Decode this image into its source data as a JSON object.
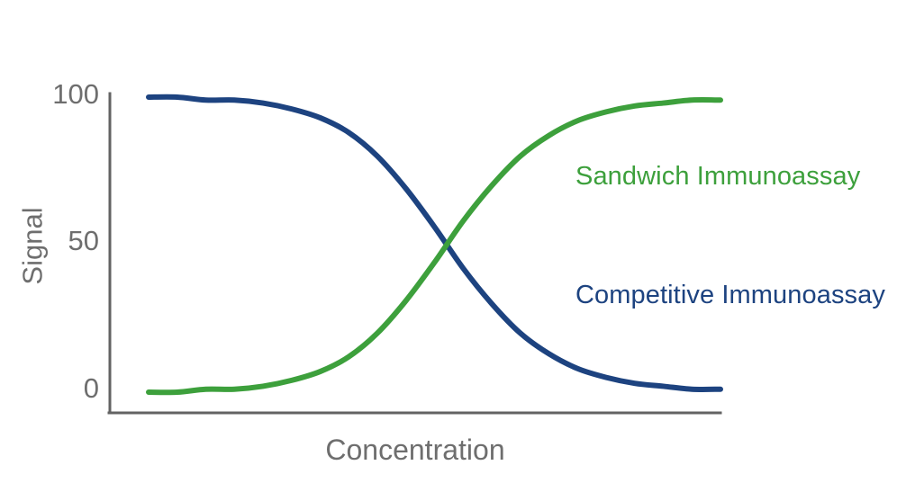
{
  "chart_data": {
    "type": "line",
    "title": "",
    "xlabel": "Concentration",
    "ylabel": "Signal",
    "ylim": [
      0,
      100
    ],
    "yticks": [
      "100",
      "50",
      "0"
    ],
    "ytick_values": [
      100,
      50,
      0
    ],
    "xticks": [],
    "grid": false,
    "legend_position": "inline-right",
    "annotations": [
      {
        "text": "Sandwich Immunoassay",
        "color": "#3da03c"
      },
      {
        "text": "Competitive Immunoassay",
        "color": "#1d4380"
      }
    ],
    "series": [
      {
        "name": "Sandwich Immunoassay",
        "color": "#3da03c",
        "shape": "sigmoid-increasing",
        "x": [
          0,
          5,
          10,
          15,
          20,
          25,
          30,
          35,
          40,
          45,
          50,
          55,
          60,
          65,
          70,
          75,
          80,
          85,
          90,
          95,
          100
        ],
        "values": [
          0,
          0,
          1,
          1,
          2,
          4,
          7,
          12,
          20,
          31,
          44,
          58,
          70,
          80,
          87,
          92,
          95,
          97,
          98,
          99,
          99
        ]
      },
      {
        "name": "Competitive Immunoassay",
        "color": "#1d4380",
        "shape": "sigmoid-decreasing",
        "x": [
          0,
          5,
          10,
          15,
          20,
          25,
          30,
          35,
          40,
          45,
          50,
          55,
          60,
          65,
          70,
          75,
          80,
          85,
          90,
          95,
          100
        ],
        "values": [
          100,
          100,
          99,
          99,
          98,
          96,
          93,
          88,
          80,
          69,
          56,
          42,
          30,
          20,
          13,
          8,
          5,
          3,
          2,
          1,
          1
        ]
      }
    ],
    "crossing_point": {
      "x": 52,
      "y": 50
    }
  },
  "axes": {
    "y_tick_100": "100",
    "y_tick_50": "50",
    "y_tick_0": "0",
    "y_title": "Signal",
    "x_title": "Concentration",
    "axis_color": "#636363",
    "label_color": "#6e6e6e"
  },
  "legend": {
    "sandwich": "Sandwich Immunoassay",
    "competitive": "Competitive Immunoassay"
  },
  "colors": {
    "green": "#3da03c",
    "navy": "#1d4380",
    "gray": "#6e6e6e",
    "background": "#ffffff"
  }
}
